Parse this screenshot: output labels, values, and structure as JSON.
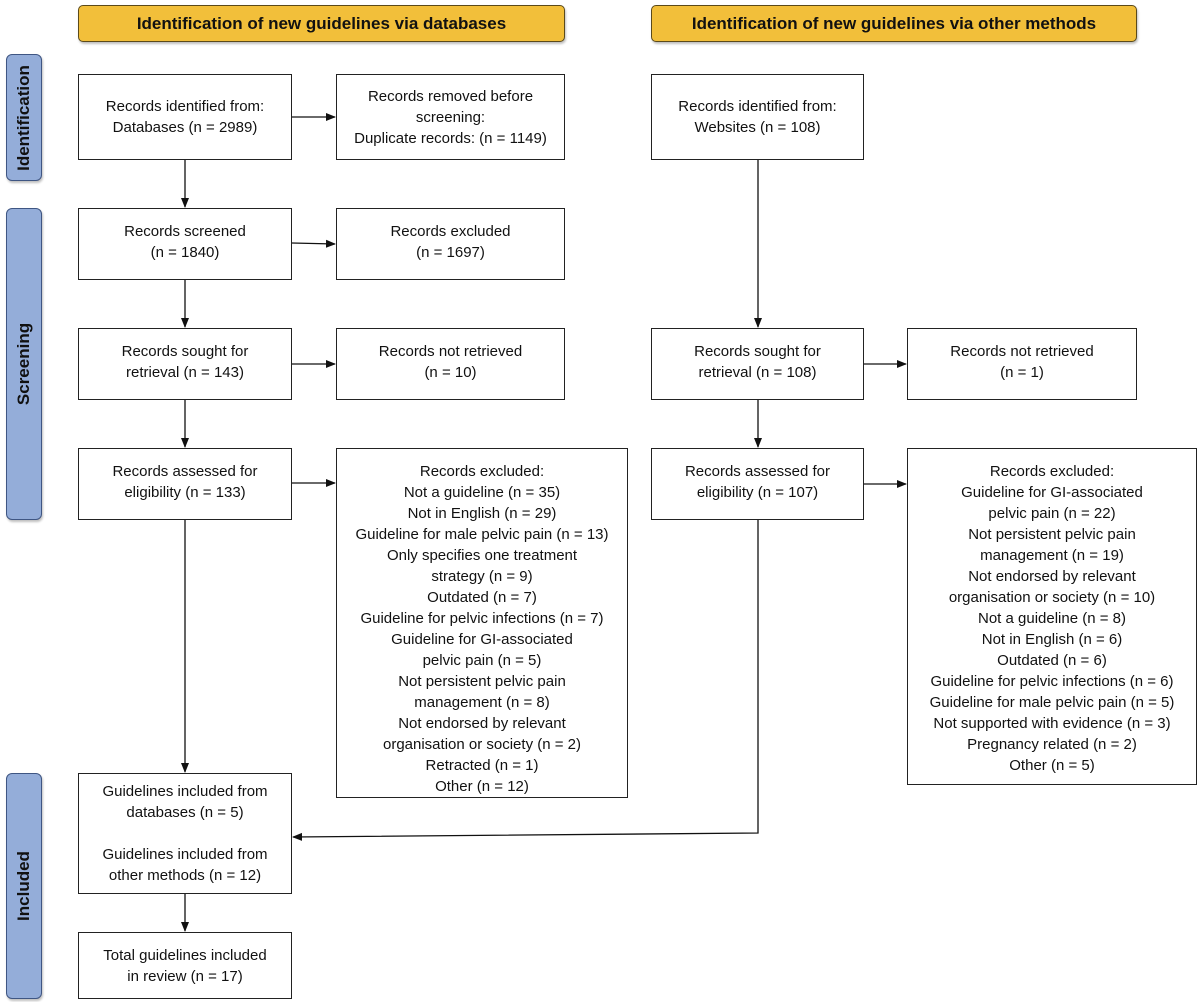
{
  "headers": {
    "databases": "Identification of new guidelines via databases",
    "other_methods": "Identification of new guidelines via other methods"
  },
  "phases": {
    "identification": "Identification",
    "screening": "Screening",
    "included": "Included"
  },
  "databases": {
    "identified": [
      "Records identified from:",
      "Databases (n = 2989)"
    ],
    "removed": [
      "Records removed before",
      "screening:",
      "Duplicate records: (n = 1149)"
    ],
    "screened": [
      "Records screened",
      "(n = 1840)"
    ],
    "excluded": [
      "Records excluded",
      "(n = 1697)"
    ],
    "sought": [
      "Records sought for",
      "retrieval (n = 143)"
    ],
    "not_retrieved": [
      "Records not retrieved",
      "(n = 10)"
    ],
    "assessed": [
      "Records assessed for",
      "eligibility (n = 133)"
    ],
    "excluded_reasons": [
      "Records excluded:",
      "Not a guideline (n = 35)",
      "Not in English (n = 29)",
      "Guideline for male pelvic pain (n = 13)",
      "Only specifies one treatment",
      "strategy (n = 9)",
      "Outdated (n = 7)",
      "Guideline for pelvic infections (n = 7)",
      "Guideline for GI-associated",
      "pelvic pain (n = 5)",
      "Not persistent pelvic pain",
      "management (n = 8)",
      "Not endorsed by relevant",
      "organisation or society (n = 2)",
      "Retracted (n = 1)",
      "Other (n = 12)"
    ]
  },
  "other_methods": {
    "identified": [
      "Records identified from:",
      "Websites (n = 108)"
    ],
    "sought": [
      "Records sought for",
      "retrieval (n = 108)"
    ],
    "not_retrieved": [
      "Records not retrieved",
      "(n = 1)"
    ],
    "assessed": [
      "Records assessed for",
      "eligibility (n = 107)"
    ],
    "excluded_reasons": [
      "Records excluded:",
      "Guideline for GI-associated",
      "pelvic pain (n = 22)",
      "Not persistent pelvic pain",
      "management (n = 19)",
      "Not endorsed by relevant",
      "organisation or society (n = 10)",
      "Not a guideline (n = 8)",
      "Not in English (n = 6)",
      "Outdated (n = 6)",
      "Guideline for pelvic infections (n = 6)",
      "Guideline for male pelvic pain (n = 5)",
      "Not supported with evidence (n = 3)",
      "Pregnancy related (n = 2)",
      "Other (n = 5)"
    ]
  },
  "included": {
    "from_databases": [
      "Guidelines included from",
      "databases (n = 5)"
    ],
    "from_other": [
      "Guidelines included from",
      "other methods (n = 12)"
    ],
    "total": [
      "Total guidelines included",
      "in review (n = 17)"
    ]
  },
  "colors": {
    "header_fill": "#f2bf3a",
    "phase_fill": "#94add9"
  }
}
